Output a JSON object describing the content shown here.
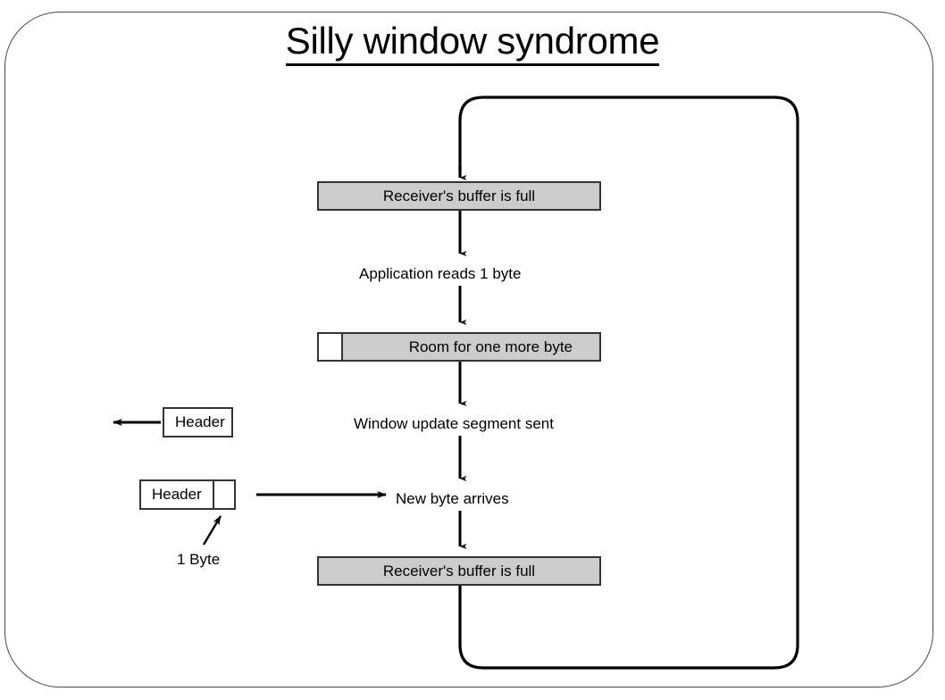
{
  "slide": {
    "title": "Silly window syndrome",
    "background_color": "#ffffff",
    "frame_color": "#4a4a4a"
  },
  "diagram": {
    "type": "flowchart",
    "fill_color": "#cccccc",
    "stroke_color": "#333333",
    "nodes": [
      {
        "id": "buffer-full-top",
        "label": "Receiver's buffer is full",
        "shape": "rect",
        "fill": "#cccccc"
      },
      {
        "id": "room-one-more-byte",
        "label": "Room for one more byte",
        "shape": "rect-split",
        "fill": "#cccccc",
        "empty_cell": true
      },
      {
        "id": "buffer-full-bottom",
        "label": "Receiver's buffer is full",
        "shape": "rect",
        "fill": "#cccccc"
      },
      {
        "id": "header-out",
        "label": "Header",
        "shape": "rect",
        "fill": "#ffffff"
      },
      {
        "id": "header-in",
        "label": "Header",
        "shape": "rect-split",
        "fill": "#ffffff",
        "byte_cell": true
      }
    ],
    "edge_labels": [
      {
        "id": "application-reads",
        "text": "Application reads 1 byte"
      },
      {
        "id": "window-update",
        "text": "Window update segment sent"
      },
      {
        "id": "new-byte-arrives",
        "text": "New byte arrives"
      }
    ],
    "annotations": [
      {
        "id": "one-byte",
        "text": "1 Byte"
      }
    ]
  }
}
